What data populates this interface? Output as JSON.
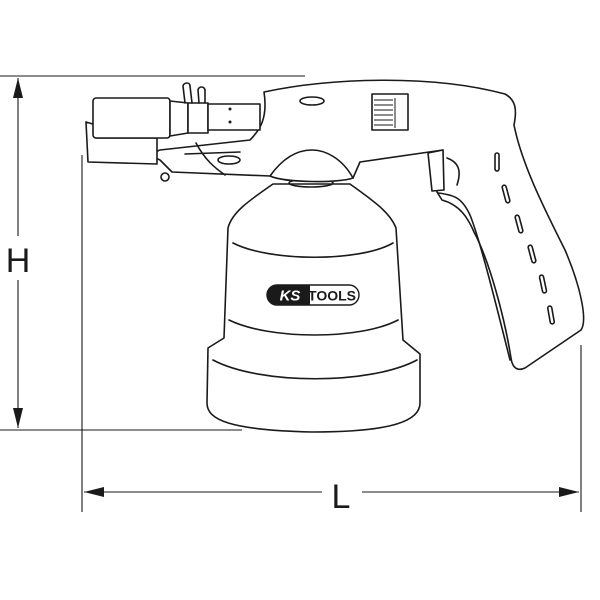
{
  "dimensions": {
    "height_label": "H",
    "length_label": "L"
  },
  "logo": {
    "part1": "KS",
    "part2": "TOOLS"
  },
  "colors": {
    "line": "#1a1a1a",
    "background": "#ffffff"
  }
}
